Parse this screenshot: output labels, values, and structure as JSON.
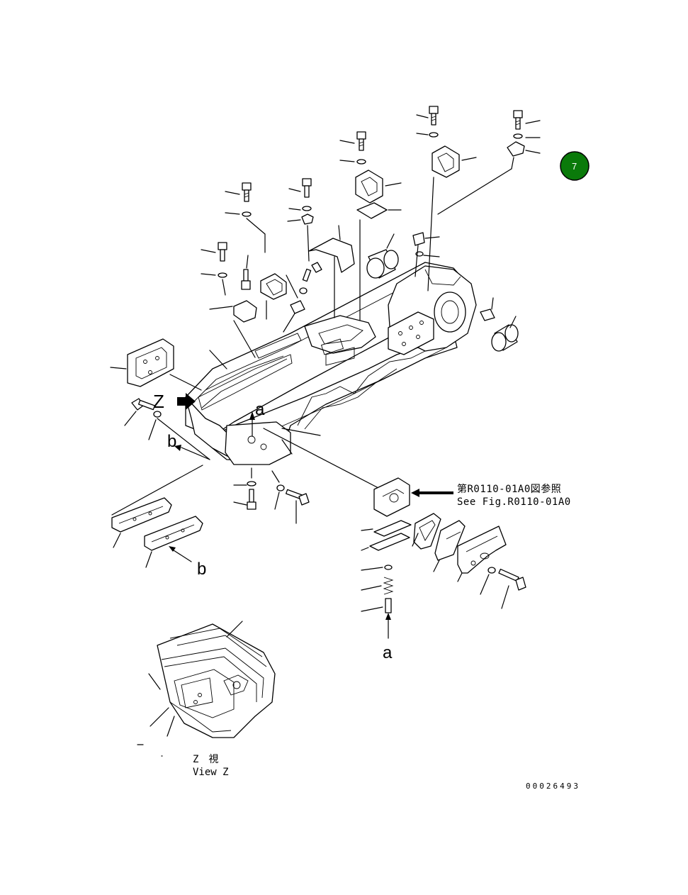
{
  "badge": {
    "label": "7",
    "color": "#0a7a0a"
  },
  "callouts": {
    "z_arrow": "Z",
    "a_top": "a",
    "a_bottom": "a",
    "b_left": "b",
    "b_bottom": "b"
  },
  "reference": {
    "line1": "第R0110-01A0図参照",
    "line2": "See Fig.R0110-01A0"
  },
  "view_caption": {
    "line1": "Z　視",
    "line2": "View Z"
  },
  "drawing_number": "00026493"
}
